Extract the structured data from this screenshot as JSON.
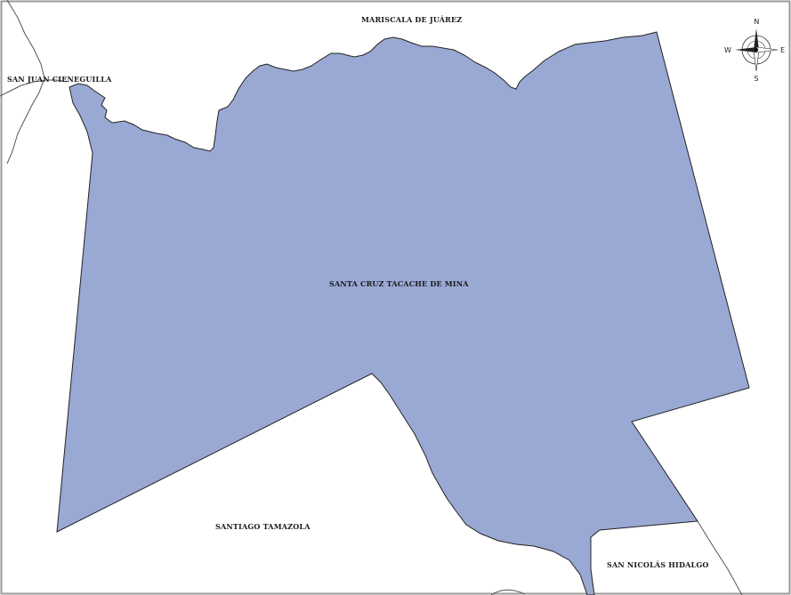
{
  "map": {
    "colors": {
      "municipality_fill": "#9aa8d4",
      "border": "#222222",
      "neighbor_line": "#555555",
      "background": "#ffffff",
      "frame": "#9a9a9a"
    },
    "labels": {
      "north_neighbor": "MARISCALA DE JUÁREZ",
      "northwest_neighbor": "SAN JUAN CIENEGUILLA",
      "municipality": "SANTA CRUZ TACACHE DE MINA",
      "southwest_neighbor": "SANTIAGO TAMAZOLA",
      "southeast_neighbor": "SAN NICOLÁS HIDALGO"
    },
    "compass": {
      "icon": "compass-rose-icon",
      "north": "N",
      "south": "S",
      "east": "E",
      "west": "W"
    }
  }
}
